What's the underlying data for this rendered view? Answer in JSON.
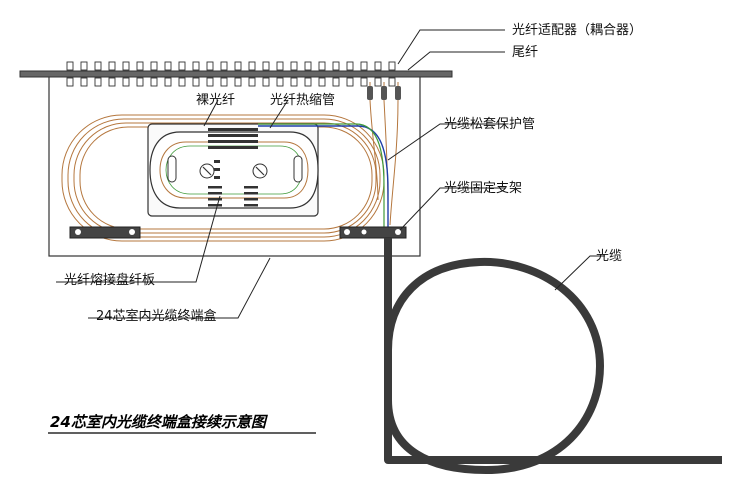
{
  "title": "24芯室内光缆终端盒接续示意图",
  "labels": {
    "adapter": "光纤适配器（耦合器）",
    "pigtail": "尾纤",
    "bare_fiber": "裸光纤",
    "heat_shrink": "光纤热缩管",
    "loose_tube": "光缆松套保护管",
    "cable_bracket": "光缆固定支架",
    "cable": "光缆",
    "splice_tray": "光纤熔接盘纤板",
    "terminal_box": "24芯室内光缆终端盒"
  },
  "adapter_count": 24,
  "colors": {
    "outline": "#333333",
    "fiber_brown": "#b5773e",
    "fiber_blue": "#1f3fa8",
    "fiber_green": "#3f9a3a",
    "cable": "#3a3a3a",
    "plate": "#555555"
  }
}
